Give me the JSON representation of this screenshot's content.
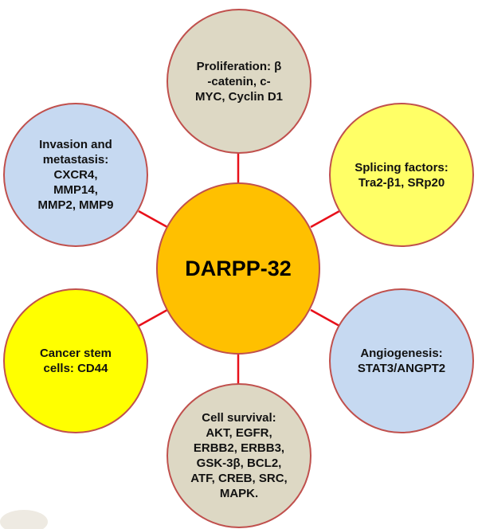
{
  "colors": {
    "border": "#c0504d",
    "link": "#e8101a",
    "beige": "#ddd8c4",
    "blue": "#c6d9f1",
    "light_yellow": "#ffff66",
    "yellow": "#ffff00",
    "orange": "#ffc000"
  },
  "center": {
    "label": "DARPP-32"
  },
  "nodes": [
    {
      "id": "proliferation",
      "label": "Proliferation: β\n-catenin, c-\nMYC, Cyclin D1"
    },
    {
      "id": "splicing",
      "label": "Splicing factors:\nTra2-β1, SRp20"
    },
    {
      "id": "angiogenesis",
      "label": "Angiogenesis:\nSTAT3/ANGPT2"
    },
    {
      "id": "cell-survival",
      "label": "Cell survival:\nAKT, EGFR,\nERBB2, ERBB3,\nGSK-3β, BCL2,\nATF, CREB, SRC,\nMAPK."
    },
    {
      "id": "cancer-stem",
      "label": "Cancer stem\ncells: CD44"
    },
    {
      "id": "invasion",
      "label": "Invasion and\nmetastasis:\nCXCR4,\nMMP14,\nMMP2, MMP9"
    }
  ]
}
